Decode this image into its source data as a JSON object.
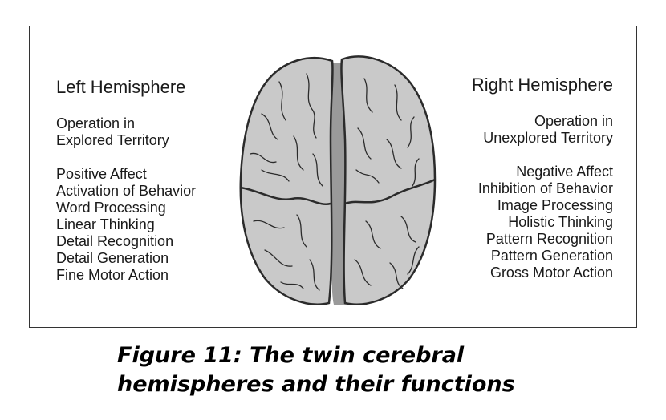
{
  "left": {
    "heading": "Left Hemisphere",
    "territory": [
      "Operation in",
      "Explored Territory"
    ],
    "functions": [
      "Positive Affect",
      "Activation of Behavior",
      "Word Processing",
      "Linear Thinking",
      "Detail Recognition",
      "Detail Generation",
      "Fine Motor Action"
    ]
  },
  "right": {
    "heading": "Right Hemisphere",
    "territory": [
      "Operation in",
      "Unexplored Territory"
    ],
    "functions": [
      "Negative Affect",
      "Inhibition of Behavior",
      "Image Processing",
      "Holistic Thinking",
      "Pattern Recognition",
      "Pattern Generation",
      "Gross Motor Action"
    ]
  },
  "caption": [
    "Figure 11: The twin cerebral",
    "hemispheres and their functions"
  ],
  "colors": {
    "brain_fill": "#c9c9c9",
    "brain_outline": "#2b2b2b",
    "fissure": "#9a9a9a"
  }
}
